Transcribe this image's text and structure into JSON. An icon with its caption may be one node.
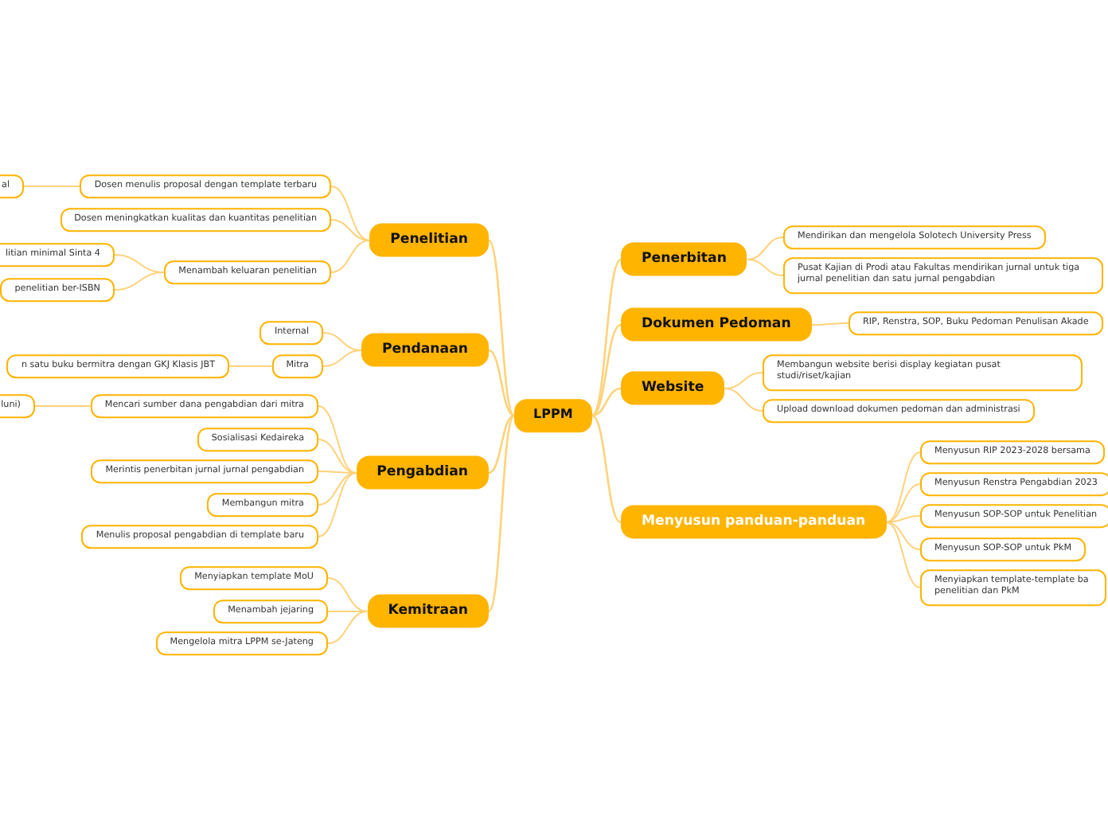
{
  "diagram": {
    "nodes": [
      {
        "text": [
          "LPPM"
        ]
      },
      {
        "text": [
          "Penelitian"
        ]
      },
      {
        "text": [
          "Dosen menulis proposal dengan template terbaru"
        ]
      },
      {
        "text": [
          "al"
        ]
      },
      {
        "text": [
          "Dosen meningkatkan kualitas dan kuantitas penelitian"
        ]
      },
      {
        "text": [
          "Menambah keluaran penelitian"
        ]
      },
      {
        "text": [
          "litian minimal Sinta 4"
        ]
      },
      {
        "text": [
          "penelitian ber-ISBN"
        ]
      },
      {
        "text": [
          "Pendanaan"
        ]
      },
      {
        "text": [
          "Internal"
        ]
      },
      {
        "text": [
          "Mitra"
        ]
      },
      {
        "text": [
          "n satu buku bermitra dengan GKJ Klasis JBT"
        ]
      },
      {
        "text": [
          "Pengabdian"
        ]
      },
      {
        "text": [
          "Mencari sumber dana pengabdian dari mitra"
        ]
      },
      {
        "text": [
          "luni)"
        ]
      },
      {
        "text": [
          "Sosialisasi Kedaireka"
        ]
      },
      {
        "text": [
          "Merintis penerbitan jurnal jurnal pengabdian"
        ]
      },
      {
        "text": [
          "Membangun mitra"
        ]
      },
      {
        "text": [
          "Menulis proposal pengabdian di template baru"
        ]
      },
      {
        "text": [
          "Kemitraan"
        ]
      },
      {
        "text": [
          "Menyiapkan template MoU"
        ]
      },
      {
        "text": [
          "Menambah jejaring"
        ]
      },
      {
        "text": [
          "Mengelola mitra LPPM se-Jateng"
        ]
      },
      {
        "text": [
          "Penerbitan"
        ]
      },
      {
        "text": [
          "Mendirikan dan mengelola Solotech University Press"
        ]
      },
      {
        "text": [
          "Pusat Kajian di Prodi atau Fakultas mendirikan jurnal untuk tiga jurnal penelitian dan satu jurnal pengabdian"
        ]
      },
      {
        "text": [
          "Dokumen Pedoman"
        ]
      },
      {
        "text": [
          "RIP, Renstra, SOP, Buku Pedoman Penulisan Akade"
        ]
      },
      {
        "text": [
          "Website"
        ]
      },
      {
        "text": [
          "Membangun website berisi display kegiatan pusat studi/riset/kajian"
        ]
      },
      {
        "text": [
          "Upload download dokumen pedoman dan administrasi"
        ]
      },
      {
        "text": [
          "Menyusun panduan-panduan"
        ]
      },
      {
        "text": [
          "Menyusun RIP 2023-2028 bersama"
        ]
      },
      {
        "text": [
          "Menyusun Renstra Pengabdian 2023"
        ]
      },
      {
        "text": [
          "Menyusun SOP-SOP untuk Penelitian"
        ]
      },
      {
        "text": [
          "Menyusun SOP-SOP untuk PkM"
        ]
      },
      {
        "text": [
          "Menyiapkan template-template ba penelitian dan PkM"
        ]
      }
    ],
    "edges": [
      {
        "from": 0,
        "to": 1,
        "arrow": "none"
      },
      {
        "from": 0,
        "to": 8,
        "arrow": "none"
      },
      {
        "from": 0,
        "to": 12,
        "arrow": "none"
      },
      {
        "from": 0,
        "to": 19,
        "arrow": "none"
      },
      {
        "from": 0,
        "to": 23,
        "arrow": "none"
      },
      {
        "from": 0,
        "to": 26,
        "arrow": "none"
      },
      {
        "from": 0,
        "to": 28,
        "arrow": "none"
      },
      {
        "from": 0,
        "to": 31,
        "arrow": "none"
      },
      {
        "from": 1,
        "to": 2,
        "arrow": "none"
      },
      {
        "from": 2,
        "to": 3,
        "arrow": "none"
      },
      {
        "from": 1,
        "to": 4,
        "arrow": "none"
      },
      {
        "from": 1,
        "to": 5,
        "arrow": "none"
      },
      {
        "from": 5,
        "to": 6,
        "arrow": "none"
      },
      {
        "from": 5,
        "to": 7,
        "arrow": "none"
      },
      {
        "from": 8,
        "to": 9,
        "arrow": "none"
      },
      {
        "from": 8,
        "to": 10,
        "arrow": "none"
      },
      {
        "from": 10,
        "to": 11,
        "arrow": "none"
      },
      {
        "from": 12,
        "to": 13,
        "arrow": "none"
      },
      {
        "from": 13,
        "to": 14,
        "arrow": "none"
      },
      {
        "from": 12,
        "to": 15,
        "arrow": "none"
      },
      {
        "from": 12,
        "to": 16,
        "arrow": "none"
      },
      {
        "from": 12,
        "to": 17,
        "arrow": "none"
      },
      {
        "from": 12,
        "to": 18,
        "arrow": "none"
      },
      {
        "from": 19,
        "to": 20,
        "arrow": "none"
      },
      {
        "from": 19,
        "to": 21,
        "arrow": "none"
      },
      {
        "from": 19,
        "to": 22,
        "arrow": "none"
      },
      {
        "from": 23,
        "to": 24,
        "arrow": "none"
      },
      {
        "from": 23,
        "to": 25,
        "arrow": "none"
      },
      {
        "from": 26,
        "to": 27,
        "arrow": "none"
      },
      {
        "from": 28,
        "to": 29,
        "arrow": "none"
      },
      {
        "from": 28,
        "to": 30,
        "arrow": "none"
      },
      {
        "from": 31,
        "to": 32,
        "arrow": "none"
      },
      {
        "from": 31,
        "to": 33,
        "arrow": "none"
      },
      {
        "from": 31,
        "to": 34,
        "arrow": "none"
      },
      {
        "from": 31,
        "to": 35,
        "arrow": "none"
      },
      {
        "from": 31,
        "to": 36,
        "arrow": "none"
      }
    ]
  }
}
